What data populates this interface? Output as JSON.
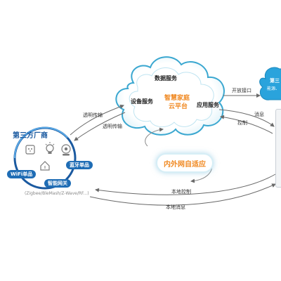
{
  "cloud": {
    "top": "数据服务",
    "left": "设备服务",
    "right": "应用服务",
    "center_line1": "智慧家庭",
    "center_line2": "云平台"
  },
  "edge_cloud": {
    "line1": "第三",
    "line2": "能源、"
  },
  "vendor": {
    "title": "第三方厂商",
    "wifi": "WiFi单品",
    "bluetooth": "蓝牙单品",
    "gateway": "智能网关",
    "protocols": "(Zigbee/BleMash/Z-Wave/RF...)"
  },
  "links": {
    "transparent_1": "透明传输",
    "transparent_2": "透明传输",
    "open_api": "开放接口",
    "message": "消息",
    "control": "控制",
    "local_control": "本地控制",
    "local_message": "本地消息"
  },
  "adaptive": "内外网自适应",
  "colors": {
    "brand_blue": "#1f6db5",
    "ring_blue": "#1b5aa0",
    "accent_orange": "#f08a24",
    "cloud_edge": "#3aa7d0",
    "arrow_gray": "#6a6a6a"
  }
}
